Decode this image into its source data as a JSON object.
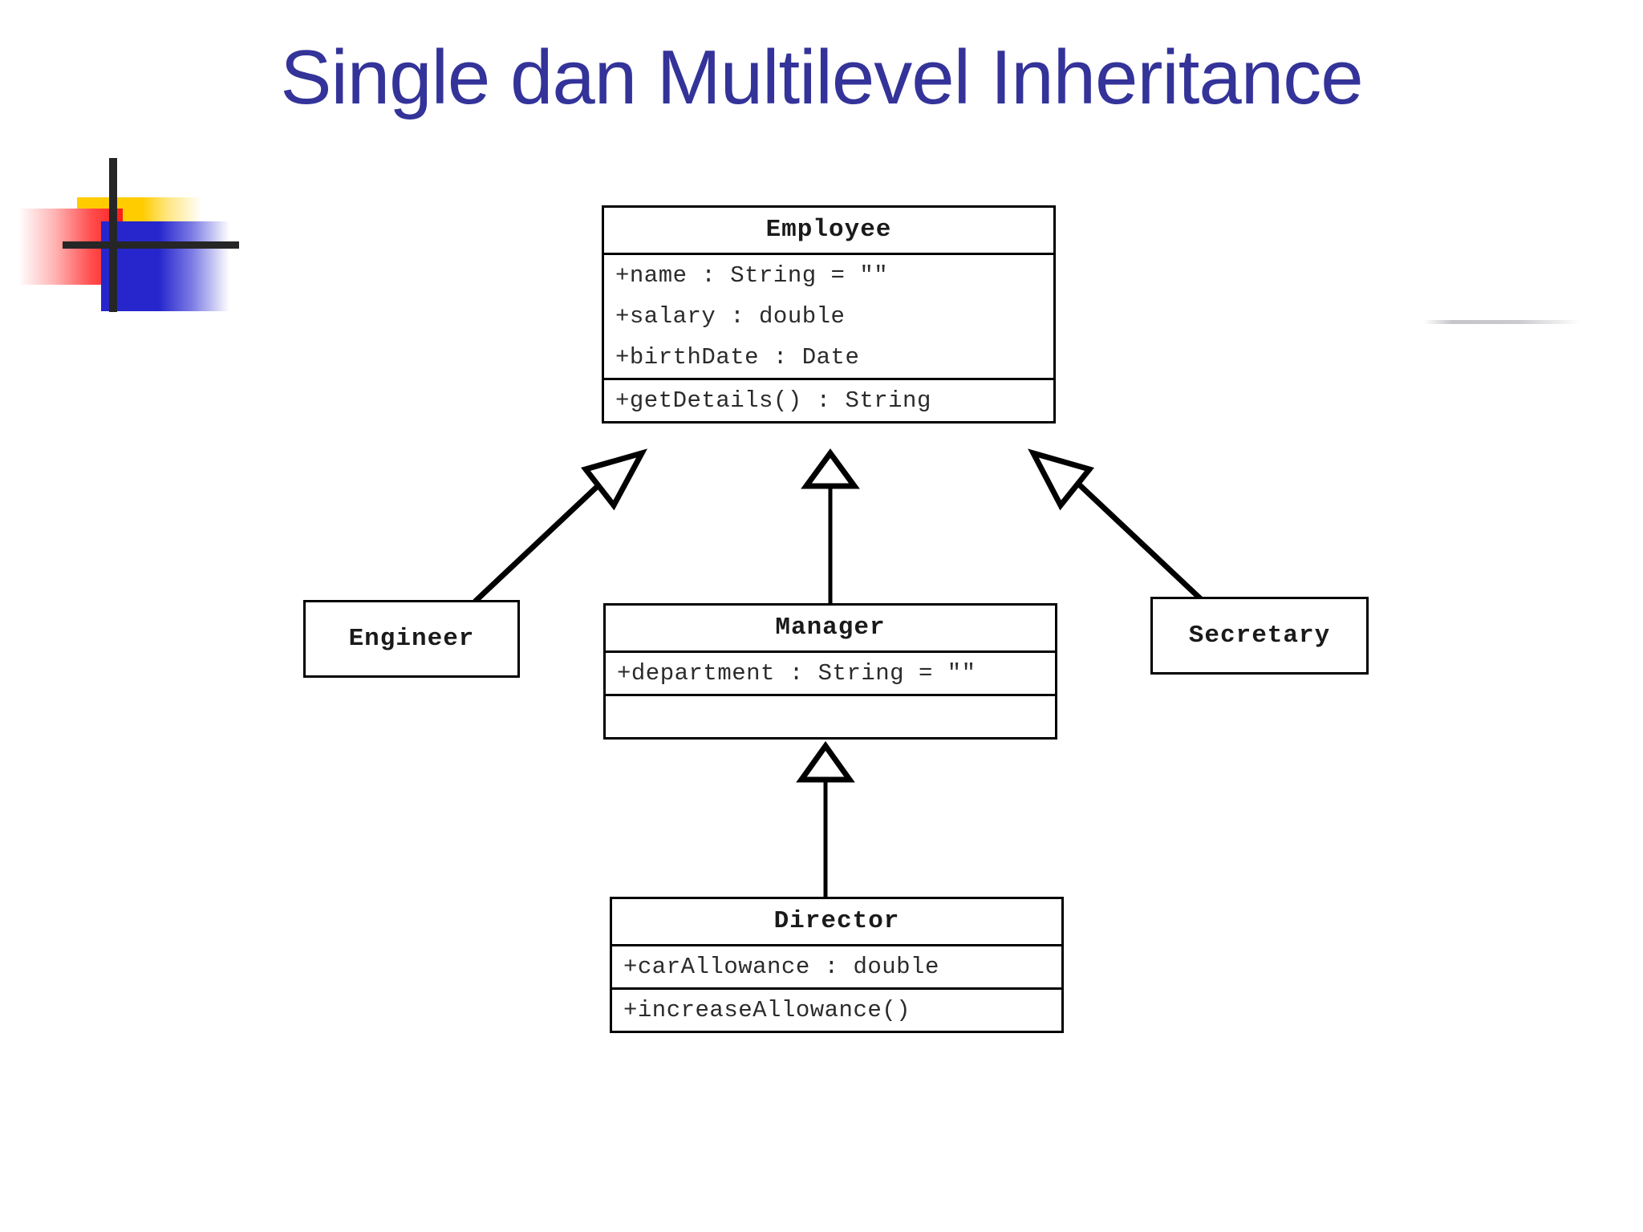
{
  "slide": {
    "title": "Single dan Multilevel Inheritance",
    "title_color": "#333399",
    "background_color": "#ffffff"
  },
  "logo": {
    "name": "mondrian-squares-logo",
    "yellow": "#ffcc00",
    "red": "#ff1a1a",
    "blue": "#2626cc",
    "cross": "#262626"
  },
  "diagram": {
    "type": "uml-class-diagram",
    "relationship": "generalization",
    "classes": [
      {
        "id": "employee",
        "name": "Employee",
        "attributes": [
          "+name : String = \"\"",
          "+salary : double",
          "+birthDate : Date"
        ],
        "methods": [
          "+getDetails() : String"
        ]
      },
      {
        "id": "engineer",
        "name": "Engineer",
        "attributes": [],
        "methods": []
      },
      {
        "id": "manager",
        "name": "Manager",
        "attributes": [
          "+department : String = \"\""
        ],
        "methods": [
          ""
        ]
      },
      {
        "id": "secretary",
        "name": "Secretary",
        "attributes": [],
        "methods": []
      },
      {
        "id": "director",
        "name": "Director",
        "attributes": [
          "+carAllowance : double"
        ],
        "methods": [
          "+increaseAllowance()"
        ]
      }
    ],
    "generalizations": [
      {
        "from": "Engineer",
        "to": "Employee"
      },
      {
        "from": "Manager",
        "to": "Employee"
      },
      {
        "from": "Secretary",
        "to": "Employee"
      },
      {
        "from": "Director",
        "to": "Manager"
      }
    ]
  }
}
